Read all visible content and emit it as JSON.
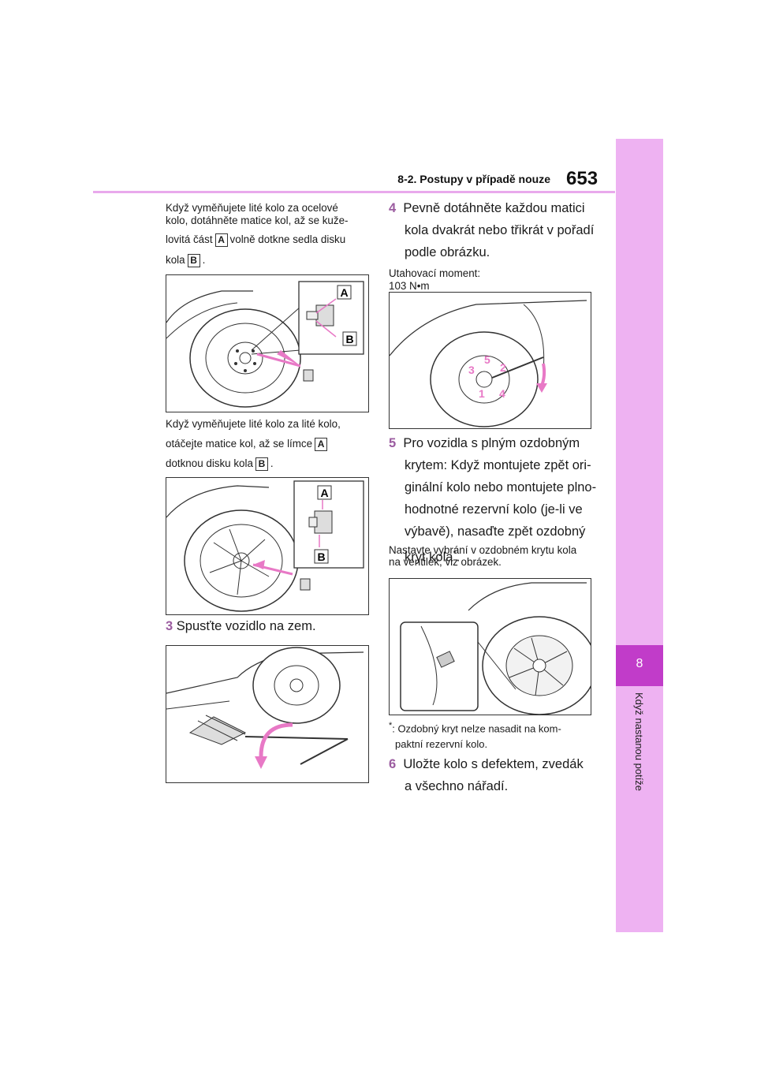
{
  "header": {
    "section_title": "8-2. Postupy v případě nouze",
    "page_number": "653"
  },
  "sidebar": {
    "chapter_number": "8",
    "chapter_label": "Když nastanou potíže"
  },
  "left_column": {
    "para1_line1": "Když vyměňujete lité kolo za ocelové",
    "para1_line2": "kolo, dotáhněte matice kol, až se kuže-",
    "para1_line3_a": "lovitá část",
    "para1_line3_b": "volně dotkne sedla disku",
    "para1_line4_a": "kola",
    "para1_line4_b": ".",
    "para2_line1": "Když vyměňujete lité kolo za lité kolo,",
    "para2_line2_a": "otáčejte matice kol, až se límce",
    "para2_line3_a": "dotknou disku kola",
    "para2_line3_b": ".",
    "step3_num": "3",
    "step3_text": "Spusťte vozidlo na zem."
  },
  "right_column": {
    "step4_num": "4",
    "step4_line1": "Pevně dotáhněte každou matici",
    "step4_line2": "kola dvakrát nebo třikrát v pořadí",
    "step4_line3": "podle obrázku.",
    "torque_label": "Utahovací moment:",
    "torque_value": "103 N•m",
    "step5_num": "5",
    "step5_line1": "Pro vozidla s plným ozdobným",
    "step5_line2": "krytem: Když montujete zpět ori-",
    "step5_line3": "ginální kolo nebo montujete plno-",
    "step5_line4": "hodnotné rezervní kolo (je-li ve",
    "step5_line5": "výbavě), nasaďte zpět ozdobný",
    "step5_line6": "kryt kola",
    "step5_asterisk": "*",
    "step5_end": ".",
    "cover_note_line1": "Nastavte vybrání v ozdobném krytu kola",
    "cover_note_line2": "na ventilek, viz obrázek.",
    "footnote_mark": "*",
    "footnote_line1": ": Ozdobný kryt nelze nasadit na kom-",
    "footnote_line2": "paktní rezervní kolo.",
    "step6_num": "6",
    "step6_line1": "Uložte kolo s defektem, zvedák",
    "step6_line2": "a všechno nářadí."
  },
  "labels": {
    "a": "A",
    "b": "B"
  },
  "nut_order": [
    "1",
    "2",
    "3",
    "4",
    "5"
  ],
  "colors": {
    "accent_pink": "#c13cc9",
    "sidebar_pink": "#eeb2f2",
    "arrow_pink": "#e879c6"
  }
}
